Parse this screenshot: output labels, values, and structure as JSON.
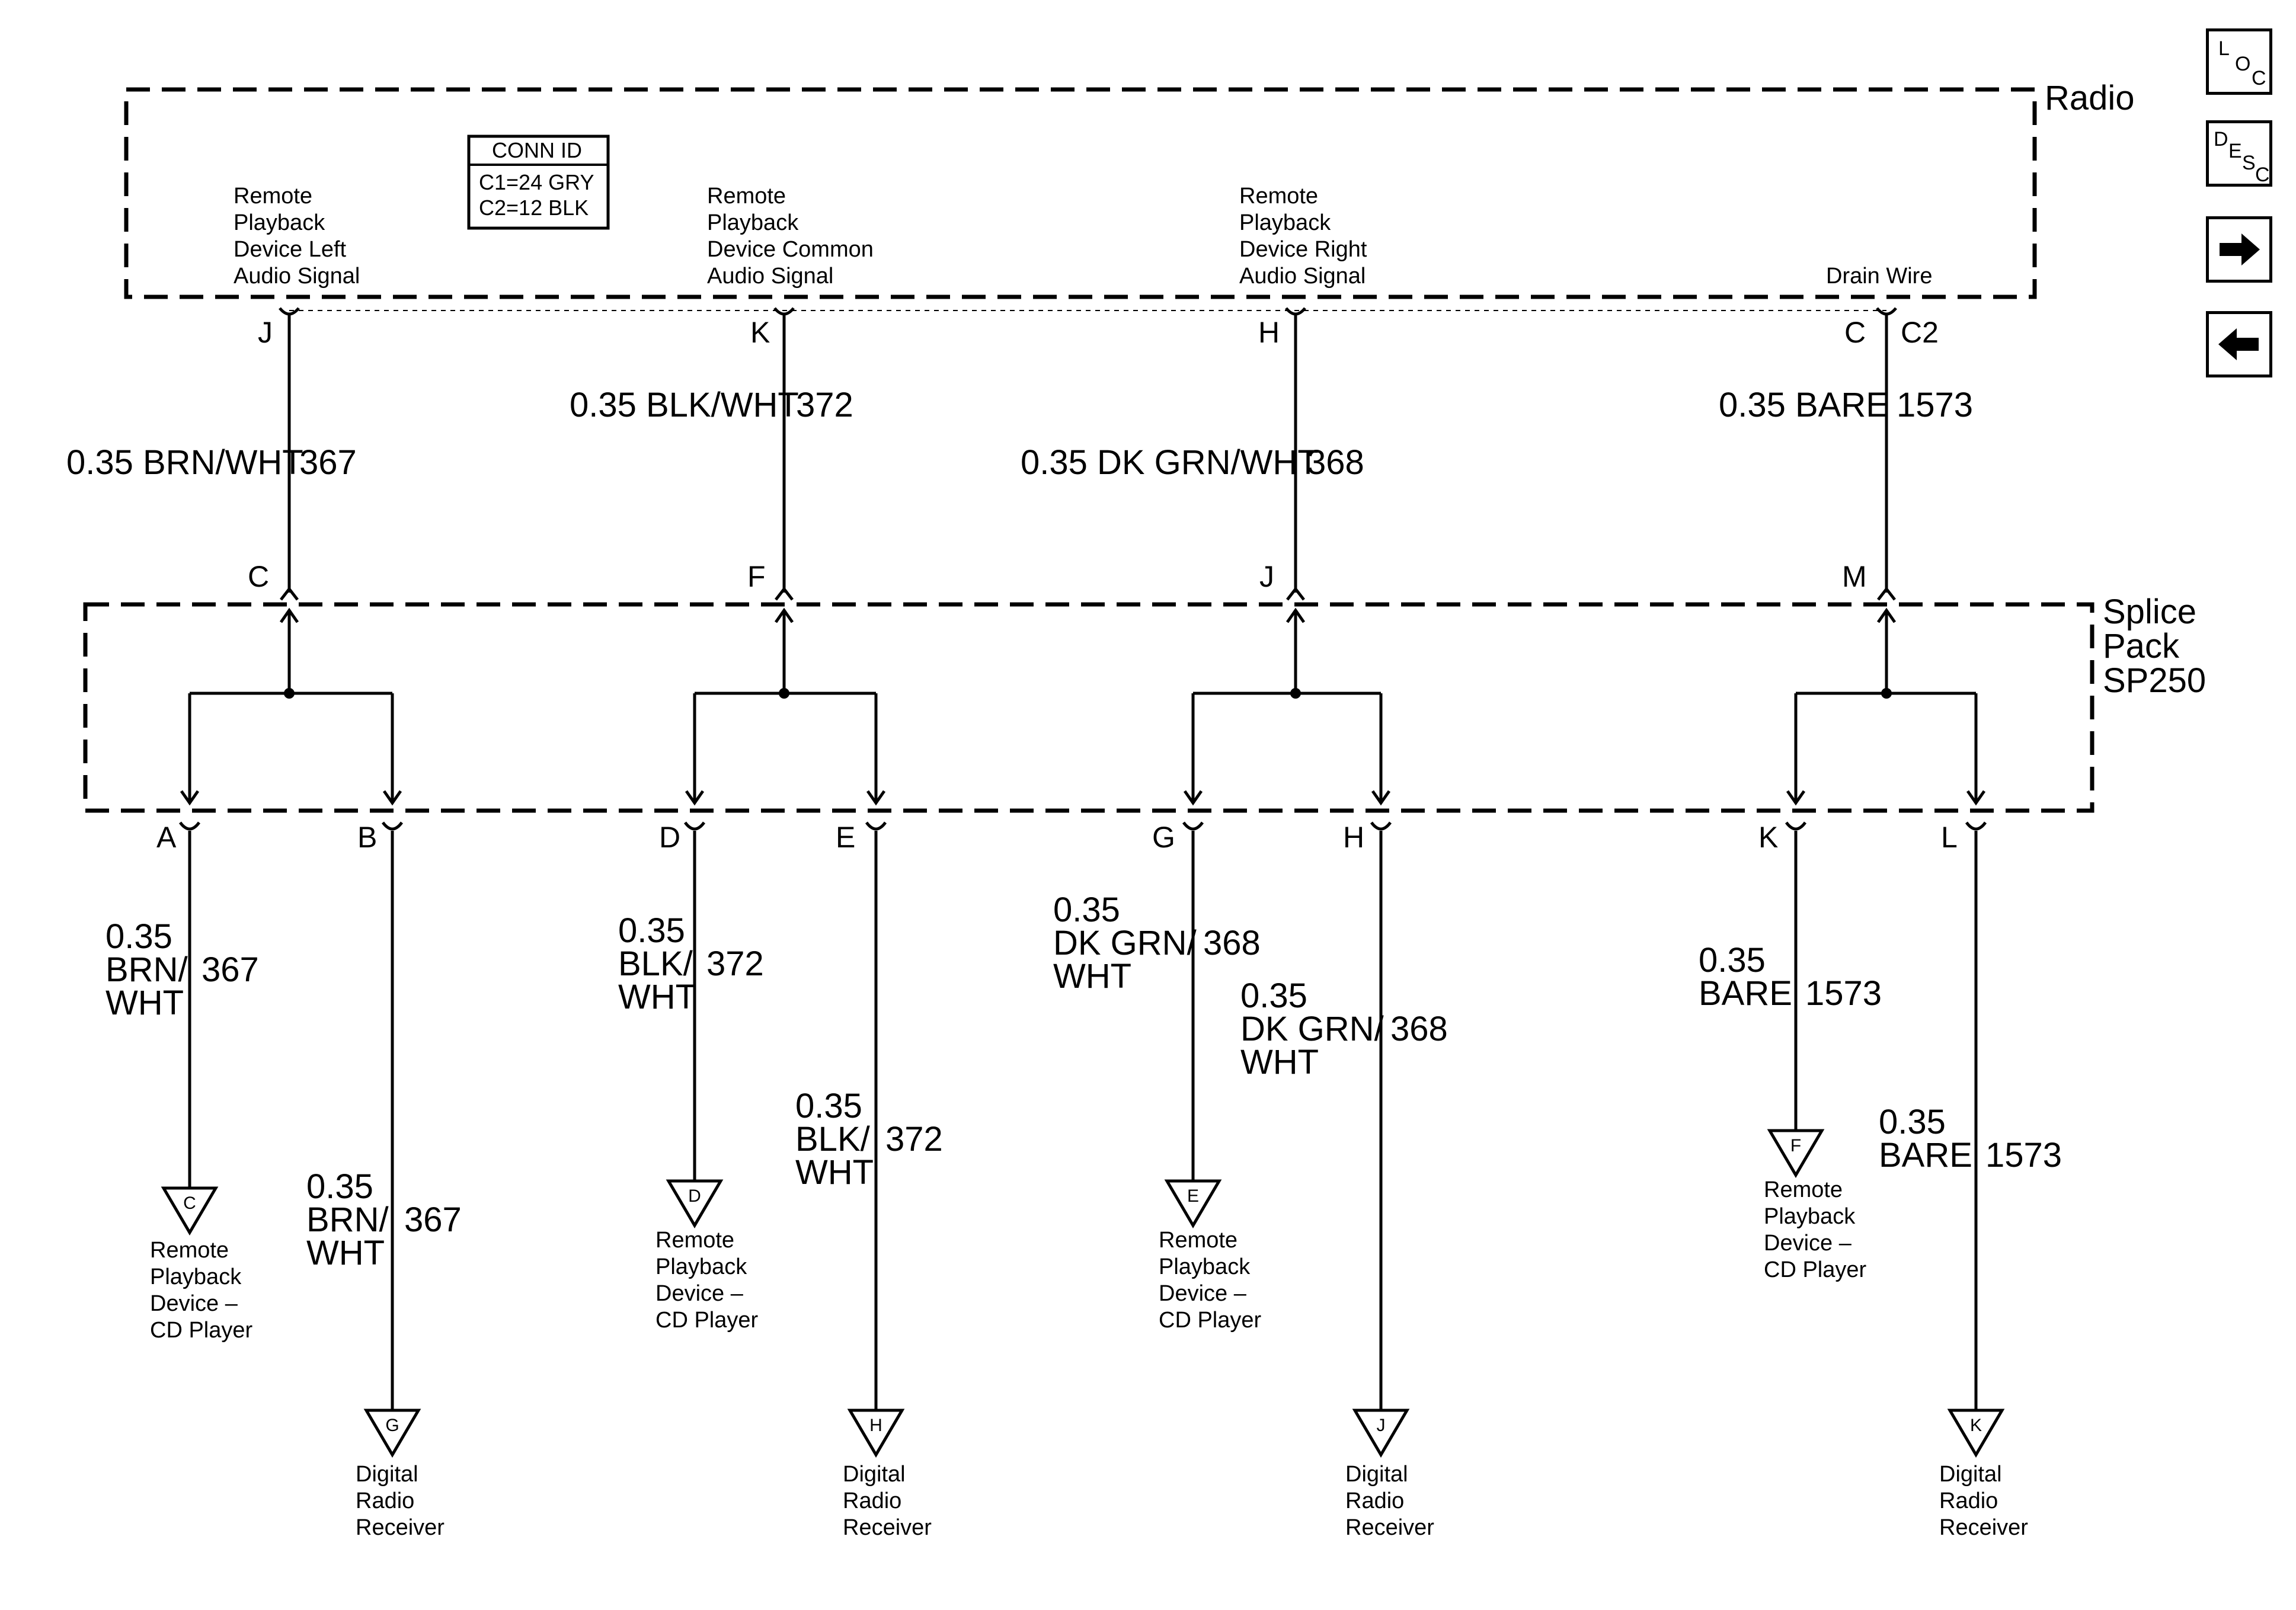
{
  "connector_id": {
    "title": "CONN ID",
    "c1": "C1=24 GRY",
    "c2": "C2=12 BLK"
  },
  "radio": {
    "label": "Radio",
    "circuits": [
      {
        "desc": [
          "Remote",
          "Playback",
          "Device Left",
          "Audio Signal"
        ],
        "pin": "J",
        "wire": "0.35 BRN/WHT",
        "circuit": "367",
        "splice_pin": "C"
      },
      {
        "desc": [
          "Remote",
          "Playback",
          "Device Common",
          "Audio Signal"
        ],
        "pin": "K",
        "wire": "0.35 BLK/WHT",
        "circuit": "372",
        "splice_pin": "F"
      },
      {
        "desc": [
          "Remote",
          "Playback",
          "Device Right",
          "Audio Signal"
        ],
        "pin": "H",
        "wire": "0.35 DK GRN/WHT",
        "circuit": "368",
        "splice_pin": "J"
      },
      {
        "desc": [
          "Drain Wire"
        ],
        "pin": "C",
        "connector": "C2",
        "wire": "0.35 BARE",
        "circuit": "1573",
        "splice_pin": "M"
      }
    ]
  },
  "splice_pack": {
    "label": [
      "Splice",
      "Pack",
      "SP250"
    ]
  },
  "outputs": [
    {
      "pin": "A",
      "wire": [
        "0.35",
        "BRN/",
        "WHT"
      ],
      "circuit": "367",
      "dest_pin": "C",
      "dest": [
        "Remote",
        "Playback",
        "Device –",
        "CD Player"
      ]
    },
    {
      "pin": "B",
      "wire": [
        "0.35",
        "BRN/",
        "WHT"
      ],
      "circuit": "367",
      "dest_pin": "G",
      "dest": [
        "Digital",
        "Radio",
        "Receiver"
      ]
    },
    {
      "pin": "D",
      "wire": [
        "0.35",
        "BLK/",
        "WHT"
      ],
      "circuit": "372",
      "dest_pin": "D",
      "dest": [
        "Remote",
        "Playback",
        "Device –",
        "CD Player"
      ]
    },
    {
      "pin": "E",
      "wire": [
        "0.35",
        "BLK/",
        "WHT"
      ],
      "circuit": "372",
      "dest_pin": "H",
      "dest": [
        "Digital",
        "Radio",
        "Receiver"
      ]
    },
    {
      "pin": "G",
      "wire": [
        "0.35",
        "DK GRN/",
        "WHT"
      ],
      "circuit": "368",
      "dest_pin": "E",
      "dest": [
        "Remote",
        "Playback",
        "Device –",
        "CD Player"
      ]
    },
    {
      "pin": "H",
      "wire": [
        "0.35",
        "DK GRN/",
        "WHT"
      ],
      "circuit": "368",
      "dest_pin": "J",
      "dest": [
        "Digital",
        "Radio",
        "Receiver"
      ]
    },
    {
      "pin": "K",
      "wire": [
        "0.35",
        "BARE"
      ],
      "circuit": "1573",
      "dest_pin": "F",
      "dest": [
        "Remote",
        "Playback",
        "Device –",
        "CD Player"
      ]
    },
    {
      "pin": "L",
      "wire": [
        "0.35",
        "BARE"
      ],
      "circuit": "1573",
      "dest_pin": "K",
      "dest": [
        "Digital",
        "Radio",
        "Receiver"
      ]
    }
  ],
  "nav": {
    "loc": {
      "l": "L",
      "o": "O",
      "c": "C"
    },
    "desc": {
      "d": "D",
      "e": "E",
      "s": "S",
      "c": "C"
    }
  }
}
